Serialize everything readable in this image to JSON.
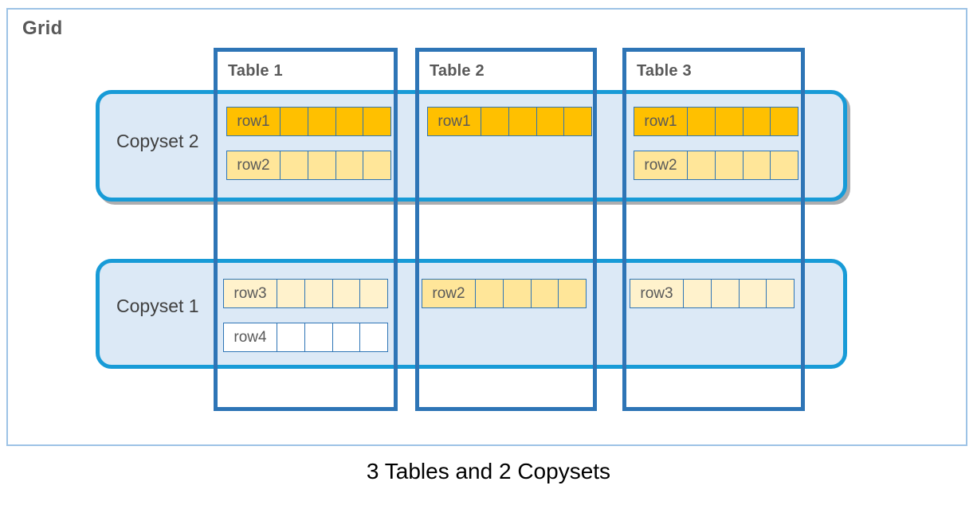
{
  "grid": {
    "label": "Grid"
  },
  "tables": [
    {
      "label": "Table 1"
    },
    {
      "label": "Table 2"
    },
    {
      "label": "Table 3"
    }
  ],
  "copysets": [
    {
      "label": "Copyset 2"
    },
    {
      "label": "Copyset 1"
    }
  ],
  "rows": {
    "t1_cs2": [
      {
        "label": "row1",
        "fill": "#FFC000"
      },
      {
        "label": "row2",
        "fill": "#FFE699"
      }
    ],
    "t2_cs2": [
      {
        "label": "row1",
        "fill": "#FFC000"
      }
    ],
    "t3_cs2": [
      {
        "label": "row1",
        "fill": "#FFC000"
      },
      {
        "label": "row2",
        "fill": "#FFE699"
      }
    ],
    "t1_cs1": [
      {
        "label": "row3",
        "fill": "#FFF2CC"
      },
      {
        "label": "row4",
        "fill": "#FFFFFF"
      }
    ],
    "t2_cs1": [
      {
        "label": "row2",
        "fill": "#FFE699"
      }
    ],
    "t3_cs1": [
      {
        "label": "row3",
        "fill": "#FFF2CC"
      }
    ]
  },
  "caption": "3 Tables and 2 Copysets",
  "colors": {
    "grid_border": "#9DC3E6",
    "grid_label_text": "#595959",
    "table_border": "#2E75B6",
    "table_label_text": "#595959",
    "copyset_border": "#189BD7",
    "copyset_fill": "#DCE9F6",
    "copyset_label_text": "#404040",
    "row_cell_border": "#2E75B6",
    "row_label_text": "#595959",
    "row1_fill": "#FFC000",
    "row2_fill": "#FFE699",
    "row3_fill": "#FFF2CC",
    "row4_fill": "#FFFFFF",
    "caption_text": "#000000",
    "shadow": "#919194"
  }
}
